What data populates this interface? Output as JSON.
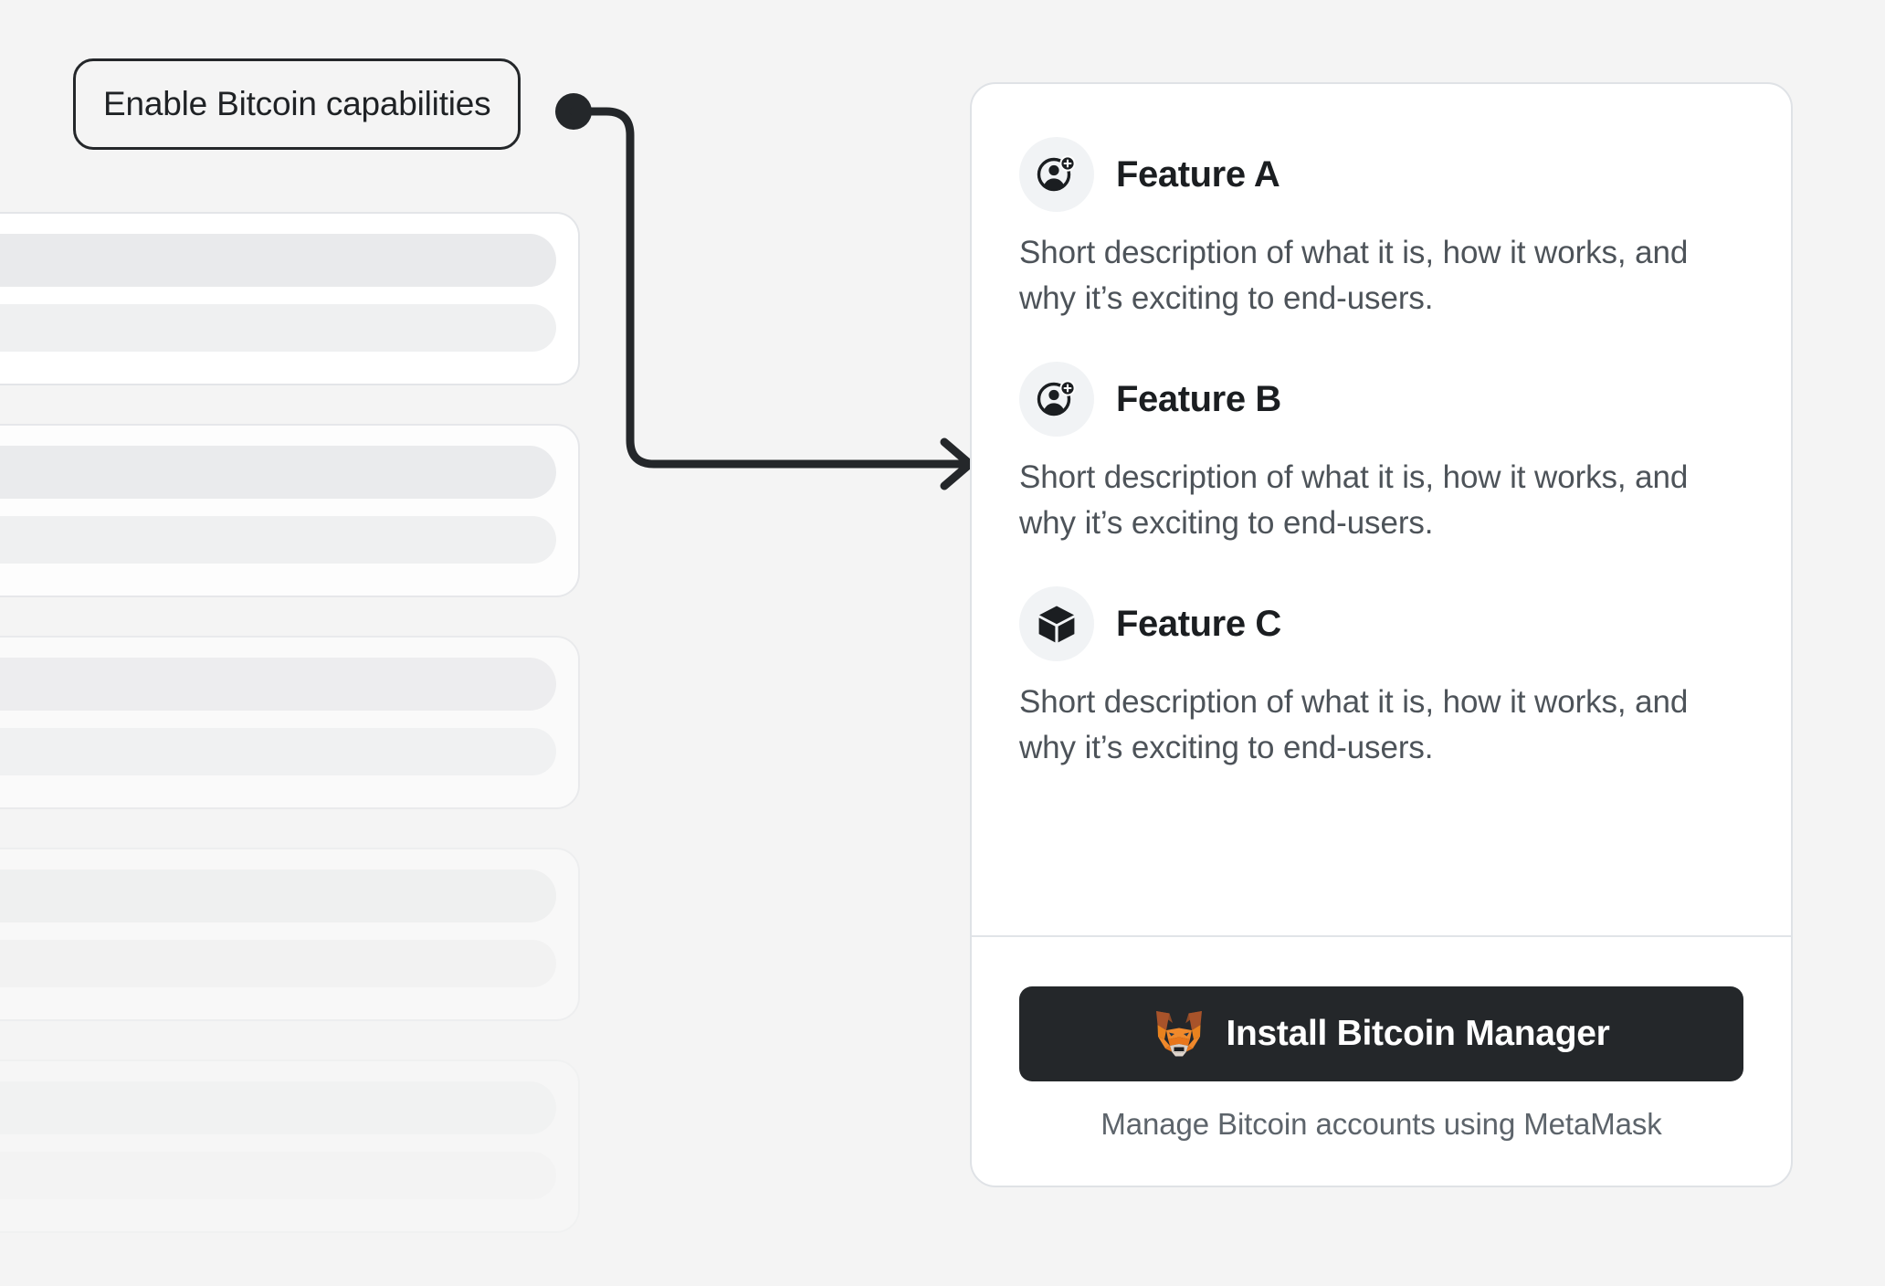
{
  "page": {
    "background_color": "#f4f4f4",
    "accent_dark": "#24272a",
    "muted_text_color": "#4d5359",
    "card_border_color": "#dfe2e6"
  },
  "callout": {
    "label": "Enable Bitcoin capabilities",
    "connector_icon": "arrow-right-icon"
  },
  "skeleton": {
    "placeholder_count": 5,
    "cards": [
      {
        "bar_one": "",
        "bar_two": ""
      },
      {
        "bar_one": "",
        "bar_two": ""
      },
      {
        "bar_one": "",
        "bar_two": ""
      },
      {
        "bar_one": "",
        "bar_two": ""
      },
      {
        "bar_one": "",
        "bar_two": ""
      }
    ]
  },
  "feature_card": {
    "features": [
      {
        "icon": "user-add-icon",
        "title": "Feature A",
        "description": "Short description of what it is, how it works, and why it’s exciting to end-users."
      },
      {
        "icon": "user-add-icon",
        "title": "Feature B",
        "description": "Short description of what it is, how it works, and why it’s exciting to end-users."
      },
      {
        "icon": "cube-icon",
        "title": "Feature C",
        "description": "Short description of what it is, how it works, and why it’s exciting to end-users."
      }
    ],
    "install": {
      "icon": "metamask-fox-icon",
      "button_label": "Install Bitcoin Manager",
      "caption": "Manage Bitcoin accounts using MetaMask",
      "button_color": "#24272a",
      "button_text_color": "#ffffff"
    }
  }
}
